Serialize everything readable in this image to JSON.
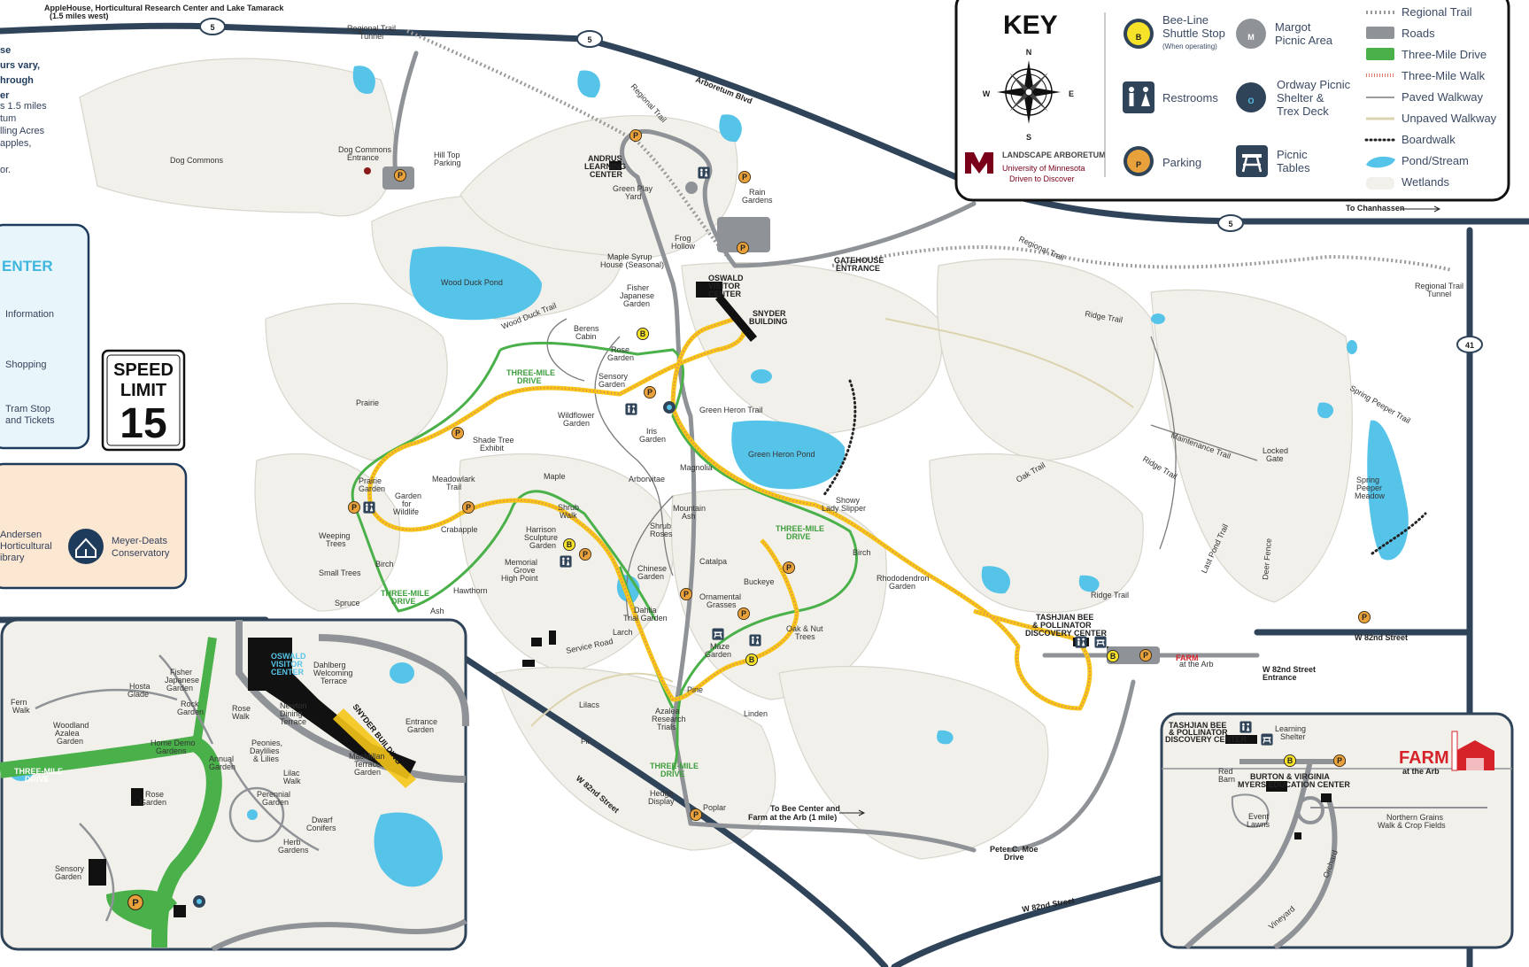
{
  "roads": {
    "highway5": "5",
    "highway41": "41",
    "arboretum_blvd": "Arboretum Blvd",
    "w82nd_1": "W 82nd Street",
    "w82nd_2": "W 82nd Street",
    "w82nd_3": "W 82nd Street",
    "to_chanhassen": "To Chanhassen",
    "applehouse": "AppleHouse, Horticultural Research Center and Lake Tamarack",
    "applehouse_dist": "(1.5 miles west)",
    "to_bee_center": "To Bee Center and",
    "to_bee_center2": "Farm at the Arb (1 mile)",
    "peter_moe": "Peter C. Moe",
    "peter_moe2": "Drive"
  },
  "left_panel": {
    "notice_lines": [
      "se",
      "urs vary,",
      "hrough",
      "er",
      "s 1.5 miles",
      "tum",
      "lling Acres",
      "apples,",
      "or."
    ],
    "center_title": "ENTER",
    "information": "Information",
    "shopping": "Shopping",
    "tram1": "Tram Stop",
    "tram2": "and Tickets",
    "andersen1": "Andersen",
    "andersen2": "Horticultural",
    "andersen3": "ibrary",
    "conservatory1": "Meyer-Deats",
    "conservatory2": "Conservatory"
  },
  "speed_sign": {
    "line1": "SPEED",
    "line2": "LIMIT",
    "number": "15"
  },
  "key": {
    "title": "KEY",
    "n": "N",
    "s": "S",
    "e": "E",
    "w": "W",
    "logo1": "LANDSCAPE ARBORETUM",
    "logo2": "University of Minnesota",
    "logo3": "Driven to Discover",
    "shuttle1": "Bee-Line",
    "shuttle2": "Shuttle Stop",
    "shuttle3": "(When operating)",
    "margot1": "Margot",
    "margot2": "Picnic Area",
    "restrooms": "Restrooms",
    "ordway1": "Ordway Picnic",
    "ordway2": "Shelter &",
    "ordway3": "Trex Deck",
    "parking": "Parking",
    "picnic1": "Picnic",
    "picnic2": "Tables",
    "legend": [
      "Regional Trail",
      "Roads",
      "Three-Mile Drive",
      "Three-Mile Walk",
      "Paved Walkway",
      "Unpaved Walkway",
      "Boardwalk",
      "Pond/Stream",
      "Wetlands"
    ],
    "icon_b": "B",
    "icon_m": "M",
    "icon_o": "O",
    "icon_p": "P"
  },
  "places": {
    "regional_trail_tunnel1": "Regional Trail",
    "regional_trail_tunnel2": "Tunnel",
    "regional_trail_a": "Regional Trail",
    "regional_trail_b": "Regional Trail",
    "regional_trail_tunnel3": "Regional Trail",
    "regional_trail_tunnel4": "Tunnel",
    "dog_commons": "Dog Commons",
    "dog_entrance1": "Dog Commons",
    "dog_entrance2": "Entrance",
    "hill_top1": "Hill Top",
    "hill_top2": "Parking",
    "andrus1": "ANDRUS",
    "andrus2": "LEARNING",
    "andrus3": "CENTER",
    "green_play1": "Green Play",
    "green_play2": "Yard",
    "rain1": "Rain",
    "rain2": "Gardens",
    "frog1": "Frog",
    "frog2": "Hollow",
    "maple_syrup1": "Maple Syrup",
    "maple_syrup2": "House (Seasonal)",
    "gatehouse1": "GATEHOUSE",
    "gatehouse2": "ENTRANCE",
    "wood_duck_pond": "Wood Duck Pond",
    "wood_duck_trail": "Wood Duck Trail",
    "fisher1": "Fisher",
    "fisher2": "Japanese",
    "fisher3": "Garden",
    "oswald1": "OSWALD",
    "oswald2": "VISITOR",
    "oswald3": "CENTER",
    "snyder1": "SNYDER",
    "snyder2": "BUILDING",
    "berens1": "Berens",
    "berens2": "Cabin",
    "rose1": "Rose",
    "rose2": "Garden",
    "ridge_trail_1": "Ridge Trail",
    "three_mile_drive_1a": "THREE-MILE",
    "three_mile_drive_1b": "DRIVE",
    "sensory1": "Sensory",
    "sensory2": "Garden",
    "prairie": "Prairie",
    "wildflower1": "Wildflower",
    "wildflower2": "Garden",
    "green_heron_trail": "Green Heron Trail",
    "green_heron_pond": "Green Heron Pond",
    "spring_peeper_trail": "Spring Peeper Trail",
    "shade_tree1": "Shade Tree",
    "shade_tree2": "Exhibit",
    "iris1": "Iris",
    "iris2": "Garden",
    "maintenance_trail": "Maintenance Trail",
    "locked1": "Locked",
    "locked2": "Gate",
    "spring_meadow1": "Spring",
    "spring_meadow2": "Peeper",
    "spring_meadow3": "Meadow",
    "prairie_garden1": "Prairie",
    "prairie_garden2": "Garden",
    "meadowlark1": "Meadowlark",
    "meadowlark2": "Trail",
    "arborvitae": "Arborvitae",
    "magnolia": "Magnolia",
    "oak_trail": "Oak Trail",
    "ridge_trail_2": "Ridge Trail",
    "garden_wildlife1": "Garden",
    "garden_wildlife2": "for",
    "garden_wildlife3": "Wildlife",
    "maple": "Maple",
    "shrub_walk1": "Shrub",
    "shrub_walk2": "Walk",
    "mountain_ash1": "Mountain",
    "mountain_ash2": "Ash",
    "showy1": "Showy",
    "showy2": "Lady Slipper",
    "weeping1": "Weeping",
    "weeping2": "Trees",
    "crabapple": "Crabapple",
    "harrison1": "Harrison",
    "harrison2": "Sculpture",
    "harrison3": "Garden",
    "shrub_roses1": "Shrub",
    "shrub_roses2": "Roses",
    "three_mile_drive_2a": "THREE-MILE",
    "three_mile_drive_2b": "DRIVE",
    "last_pond_trail": "Last Pond Trail",
    "deer_fence": "Deer Fence",
    "birch_1": "Birch",
    "birch_2": "Birch",
    "memorial1": "Memorial",
    "memorial2": "Grove",
    "memorial3": "High Point",
    "catalpa": "Catalpa",
    "chinese1": "Chinese",
    "chinese2": "Garden",
    "small_trees": "Small Trees",
    "buckeye": "Buckeye",
    "rhododendron1": "Rhododendron",
    "rhododendron2": "Garden",
    "three_mile_drive_3a": "THREE-MILE",
    "three_mile_drive_3b": "DRIVE",
    "hawthorn": "Hawthorn",
    "ornamental1": "Ornamental",
    "ornamental2": "Grasses",
    "ridge_trail_3": "Ridge Trail",
    "spruce": "Spruce",
    "ash": "Ash",
    "dahlia1": "Dahlia",
    "dahlia2": "Trial Garden",
    "tashjian1": "TASHJIAN BEE",
    "tashjian2": "& POLLINATOR",
    "tashjian3": "DISCOVERY CENTER",
    "oak_nut1": "Oak & Nut",
    "oak_nut2": "Trees",
    "larch": "Larch",
    "service_road": "Service Road",
    "maze1": "Maze",
    "maze2": "Garden",
    "farm_main": "FARM",
    "farm_sub": "at the Arb",
    "w82nd_entrance1": "W 82nd Street",
    "w82nd_entrance2": "Entrance",
    "pine": "Pine",
    "lilacs": "Lilacs",
    "azalea1": "Azalea",
    "azalea2": "Research",
    "azalea3": "Trials",
    "linden": "Linden",
    "fir": "Fir",
    "three_mile_drive_4a": "THREE-MILE",
    "three_mile_drive_4b": "DRIVE",
    "hedge1": "Hedge",
    "hedge2": "Display",
    "poplar": "Poplar"
  },
  "inset_left": {
    "fern1": "Fern",
    "fern2": "Walk",
    "hosta1": "Hosta",
    "hosta2": "Glade",
    "fisher1": "Fisher",
    "fisher2": "Japanese",
    "fisher3": "Garden",
    "oswald1": "OSWALD",
    "oswald2": "VISITOR",
    "oswald3": "CENTER",
    "dahlberg1": "Dahlberg",
    "dahlberg2": "Welcoming",
    "dahlberg3": "Terrace",
    "woodland1": "Woodland",
    "woodland2": "Azalea",
    "woodland3": "Garden",
    "rock1": "Rock",
    "rock2": "Garden",
    "rose_walk1": "Rose",
    "rose_walk2": "Walk",
    "newton1": "Newton",
    "newton2": "Dining",
    "newton3": "Terrace",
    "snyder": "SNYDER BUILDING",
    "home_demo1": "Home Demo",
    "home_demo2": "Gardens",
    "entrance1": "Entrance",
    "entrance2": "Garden",
    "three_mile1": "THREE-MILE",
    "three_mile2": "DRIVE",
    "peonies1": "Peonies,",
    "peonies2": "Daylilies",
    "peonies3": "& Lilies",
    "annual1": "Annual",
    "annual2": "Garden",
    "macmillan1": "MacMillan",
    "macmillan2": "Terrace",
    "macmillan3": "Garden",
    "rose1": "Rose",
    "rose2": "Garden",
    "lilac1": "Lilac",
    "lilac2": "Walk",
    "perennial1": "Perennial",
    "perennial2": "Garden",
    "dwarf1": "Dwarf",
    "dwarf2": "Conifers",
    "herb1": "Herb",
    "herb2": "Gardens",
    "sensory1": "Sensory",
    "sensory2": "Garden",
    "p": "P"
  },
  "inset_right": {
    "tashjian1": "TASHJIAN BEE",
    "tashjian2": "& POLLINATOR",
    "tashjian3": "DISCOVERY CENTER",
    "learning1": "Learning",
    "learning2": "Shelter",
    "farm": "FARM",
    "farm_sub": "at the Arb",
    "red1": "Red",
    "red2": "Barn",
    "burton1": "BURTON & VIRGINIA",
    "burton2": "MYERS EDUCATION CENTER",
    "northern1": "Northern Grains",
    "northern2": "Walk & Crop Fields",
    "event1": "Event",
    "event2": "Lawns",
    "orchard": "Orchard",
    "vineyard": "Vineyard",
    "b": "B",
    "p": "P"
  },
  "colors": {
    "ground": "#f3f1ec",
    "water": "#56c4e8",
    "road": "#8f9296",
    "highway": "#2f4359",
    "drive": "#4ab04a",
    "walk": "#f5c518",
    "walk_stripe": "#e07a6a",
    "parking": "#e9a23b",
    "panel_blue": "#e8f6fb",
    "panel_peach": "#fbe7d2",
    "accent_navy": "#1f3b5c",
    "farm_red": "#d6232a"
  }
}
